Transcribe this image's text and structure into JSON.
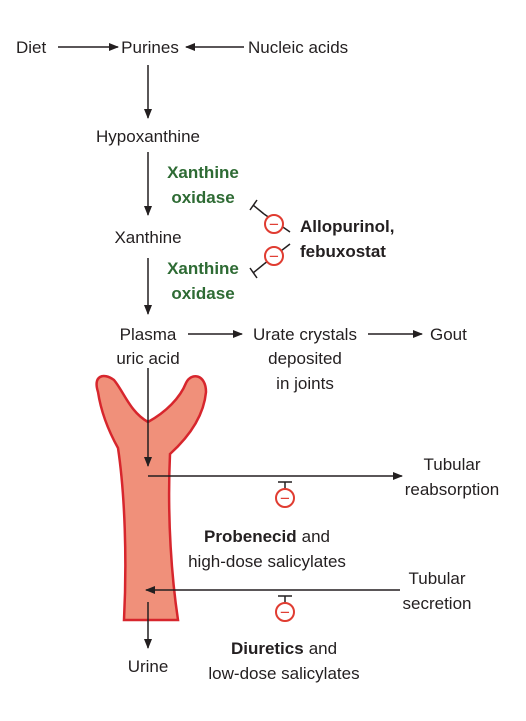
{
  "diagram": {
    "nodes": {
      "diet": "Diet",
      "purines": "Purines",
      "nucleic_acids": "Nucleic acids",
      "hypoxanthine": "Hypoxanthine",
      "xanthine": "Xanthine",
      "plasma_uric_acid": [
        "Plasma",
        "uric acid"
      ],
      "urate_crystals": [
        "Urate crystals",
        "deposited",
        "in joints"
      ],
      "gout": "Gout",
      "urine": "Urine"
    },
    "enzymes": {
      "first": [
        "Xanthine",
        "oxidase"
      ],
      "second": [
        "Xanthine",
        "oxidase"
      ]
    },
    "inhibitors": {
      "xanthine_oxidase": [
        "Allopurinol,",
        "febuxostat"
      ],
      "reabsorption_drug": "Probenecid",
      "reabsorption_rest": [
        "and",
        "high-dose salicylates"
      ],
      "secretion_drug": "Diuretics",
      "secretion_rest": [
        "and",
        "low-dose salicylates"
      ]
    },
    "processes": {
      "reabsorption": [
        "Tubular",
        "reabsorption"
      ],
      "secretion": [
        "Tubular",
        "secretion"
      ]
    },
    "inhibit_symbol": "−",
    "colors": {
      "enzyme_text": "#2e6b34",
      "inhibitor_red": "#e03c31",
      "tubule_fill": "#f0907a",
      "tubule_stroke": "#d7262d",
      "arrow": "#231f20"
    }
  }
}
